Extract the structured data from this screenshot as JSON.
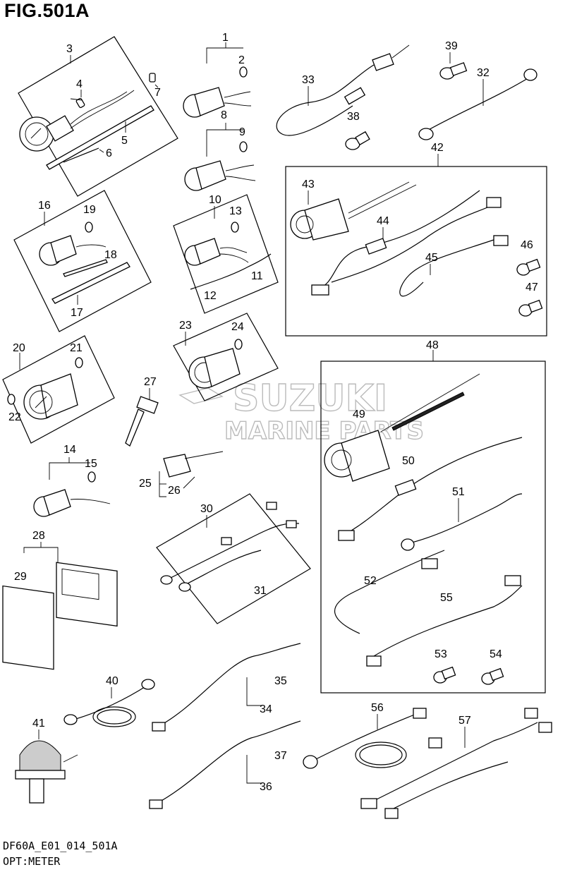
{
  "figure": {
    "title": "FIG.501A",
    "code": "DF60A_E01_014_501A",
    "name": "OPT:METER"
  },
  "watermark": {
    "line1": "SUZUKI",
    "line2": "MARINE PARTS"
  },
  "callouts": [
    "1",
    "2",
    "3",
    "4",
    "5",
    "6",
    "7",
    "8",
    "9",
    "10",
    "11",
    "12",
    "13",
    "14",
    "15",
    "16",
    "17",
    "18",
    "19",
    "20",
    "21",
    "22",
    "23",
    "24",
    "25",
    "26",
    "27",
    "28",
    "29",
    "30",
    "31",
    "32",
    "33",
    "34",
    "35",
    "36",
    "37",
    "38",
    "39",
    "40",
    "41",
    "42",
    "43",
    "44",
    "45",
    "46",
    "47",
    "48",
    "49",
    "50",
    "51",
    "52",
    "53",
    "54",
    "55",
    "56",
    "57"
  ],
  "icons": {
    "gauge": "gauge-icon",
    "connector": "connector-icon",
    "cable": "cable-icon",
    "display": "display-icon",
    "sensor": "sensor-icon"
  }
}
